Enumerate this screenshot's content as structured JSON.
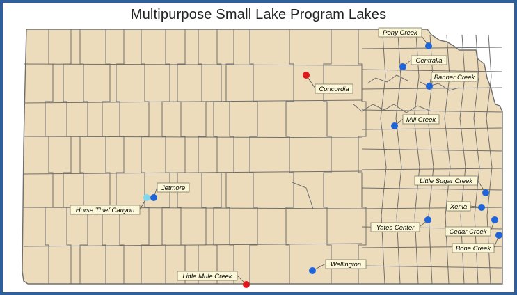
{
  "map": {
    "title": "Multipurpose Small Lake Program Lakes",
    "colors": {
      "frame": "#2e5f9a",
      "land": "#eddcbc",
      "county_border": "#6e6e6e",
      "label_bg": "#fbf6d6",
      "blue_dot": "#1f64d8",
      "red_dot": "#e0161a",
      "light_blue_dot": "#7fd8f0"
    },
    "lakes": [
      {
        "name": "Pony Creek",
        "status": "blue"
      },
      {
        "name": "Centralia",
        "status": "blue"
      },
      {
        "name": "Banner Creek",
        "status": "blue"
      },
      {
        "name": "Concordia",
        "status": "red"
      },
      {
        "name": "Mill Creek",
        "status": "blue"
      },
      {
        "name": "Little Sugar Creek",
        "status": "blue"
      },
      {
        "name": "Xenia",
        "status": "blue"
      },
      {
        "name": "Yates Center",
        "status": "blue"
      },
      {
        "name": "Cedar Creek",
        "status": "blue"
      },
      {
        "name": "Bone Creek",
        "status": "blue"
      },
      {
        "name": "Jetmore",
        "status": "blue"
      },
      {
        "name": "Horse Thief Canyon",
        "status": "light-blue"
      },
      {
        "name": "Wellington",
        "status": "blue"
      },
      {
        "name": "Little Mule Creek",
        "status": "red"
      }
    ]
  }
}
